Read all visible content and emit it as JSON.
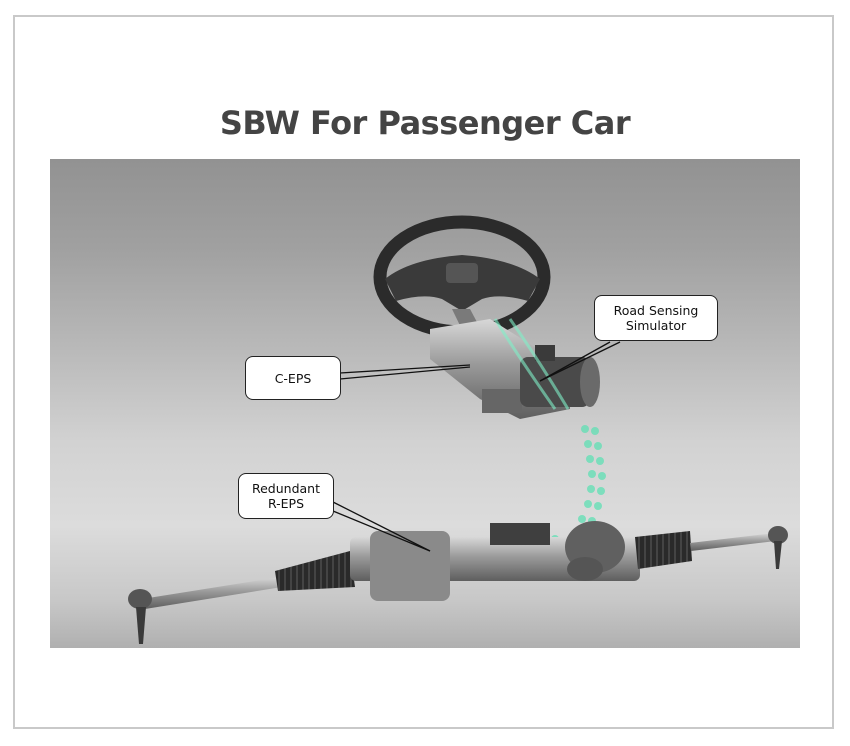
{
  "title": "SBW For Passenger Car",
  "figure": {
    "description": "Steer-by-wire system illustration: steering wheel with column, and steering rack with tie rods, linked by a green dotted signal path",
    "callouts": {
      "road_sensing": "Road Sensing\nSimulator",
      "c_eps": "C-EPS",
      "r_eps": "Redundant\nR-EPS"
    },
    "colors": {
      "signal_path": "#5fe0b4",
      "callout_border": "#222222",
      "title_text": "#444444",
      "frame_border": "#c9c9c9"
    }
  }
}
